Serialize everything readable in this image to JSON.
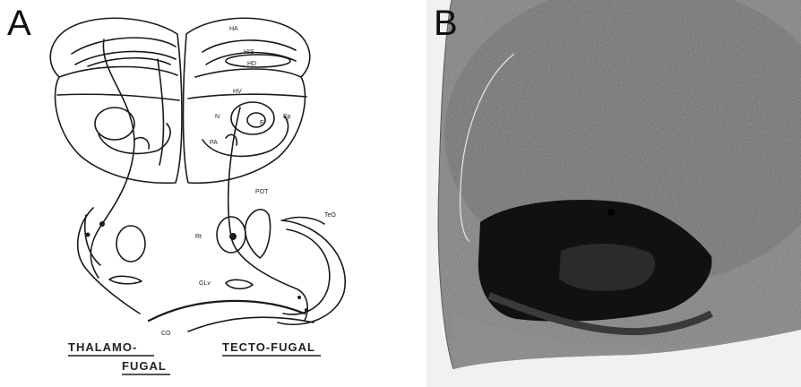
{
  "panels": {
    "a": {
      "letter": "A"
    },
    "b": {
      "letter": "B"
    }
  },
  "labels": {
    "ha": "HA",
    "his": "HIS",
    "hd": "HD",
    "hv": "HV",
    "n": "N",
    "e": "E",
    "ep": "Ep",
    "pa": "PA",
    "pot": "POT",
    "teo": "TeO",
    "rt": "Rt",
    "glv": "GLv",
    "co": "CO",
    "thalamo": "THALAMO-",
    "fugal": "FUGAL",
    "tectofugal": "TECTO-FUGAL"
  }
}
